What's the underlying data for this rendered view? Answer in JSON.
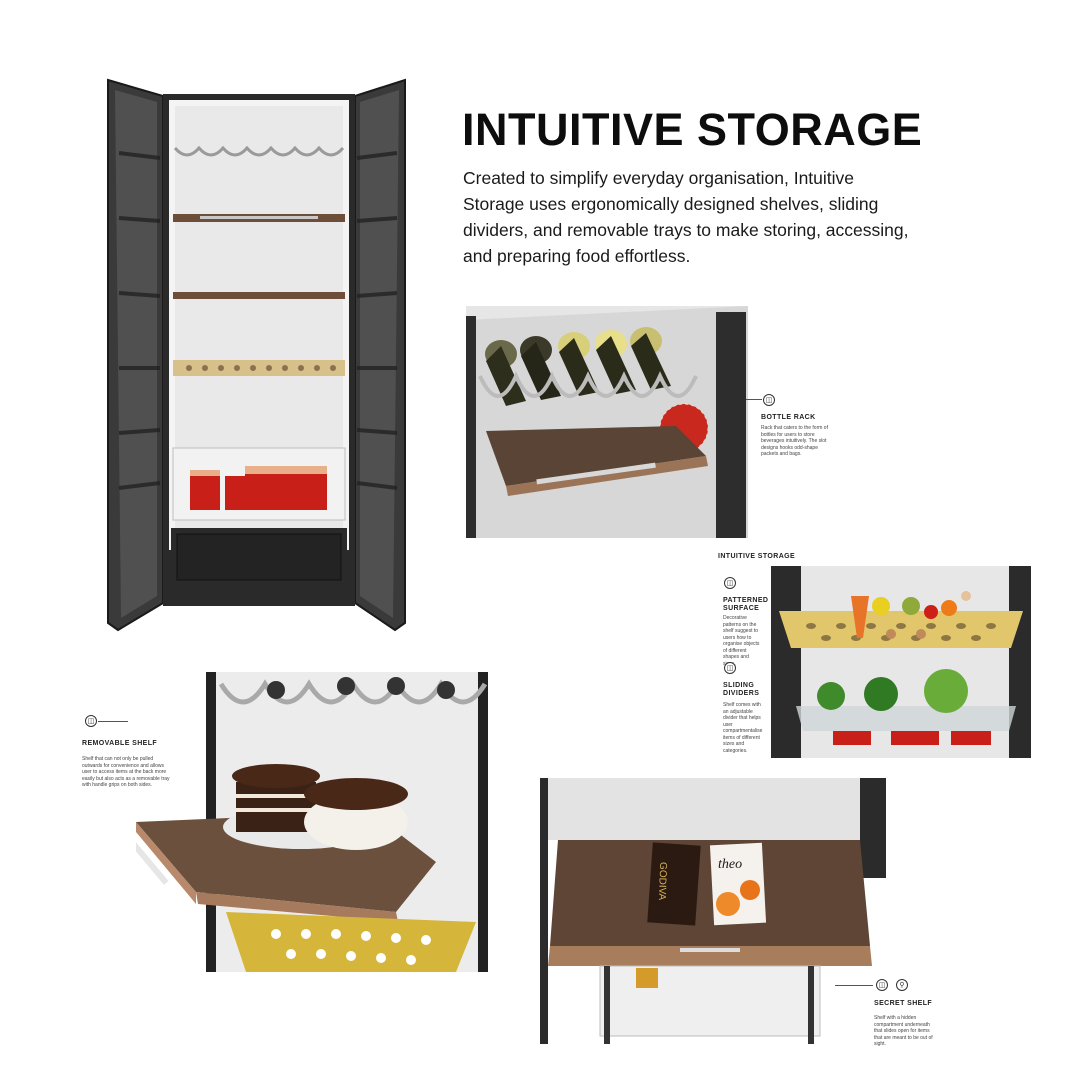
{
  "header": {
    "title": "INTUITIVE STORAGE",
    "intro": "Created to simplify everyday organisation, Intuitive Storage uses ergonomically designed shelves, sliding dividers, and removable trays to make storing, accessing, and preparing food effortless."
  },
  "bottle_rack": {
    "icon": "shelf-icon",
    "title": "BOTTLE RACK",
    "text": "Rack that caters to the form of bottles for users to store beverages intuitively. The slot designs hooks odd-shape packets and bags."
  },
  "panel_right": {
    "section_label": "INTUITIVE STORAGE",
    "patterned": {
      "icon": "shelf-icon",
      "title": "PATTERNED SURFACE",
      "text": "Decorative patterns on the shelf suggest to users how to organise objects of different shapes and sizes."
    },
    "sliding": {
      "icon": "divider-icon",
      "title": "SLIDING DIVIDERS",
      "text": "Shelf comes with an adjustable divider that helps user compartmentalise items of different sizes and categories."
    }
  },
  "removable_shelf": {
    "icon": "shelf-icon",
    "title": "REMOVABLE SHELF",
    "text": "Shelf that can not only be pulled outwards for convenience and allows user to access items at the back more easily but also acts as a removable tray with handle grips on both sides."
  },
  "secret_shelf": {
    "icons": [
      "shelf-icon",
      "lock-icon"
    ],
    "title": "SECRET SHELF",
    "text": "Shelf with a hidden compartment underneath that slides open for items that are meant to be out of sight.",
    "product_brand": "GODIVA",
    "product_label": "theo"
  },
  "colors": {
    "wood": "#7a5a42",
    "gold": "#d8b34a",
    "glass_frame": "#2b2b2b",
    "red_container": "#c82018"
  }
}
